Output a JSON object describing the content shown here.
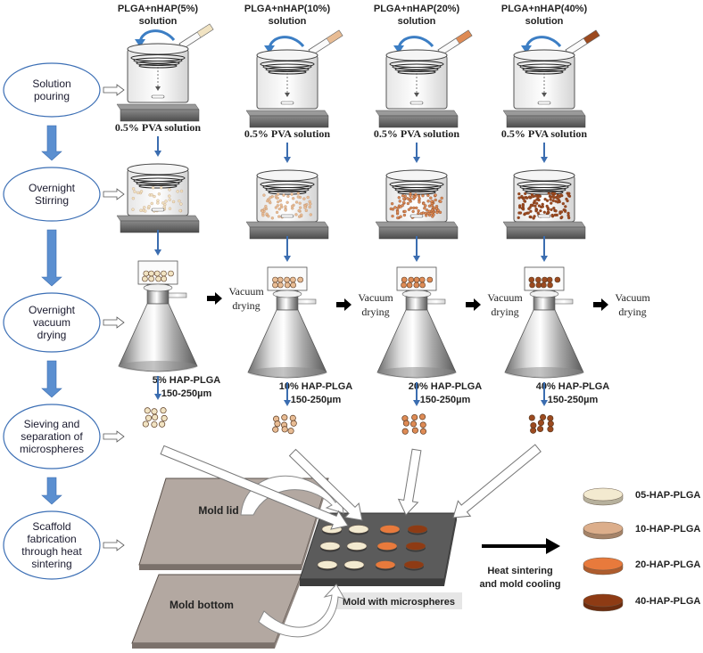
{
  "steps": [
    {
      "lines": [
        "Solution",
        "pouring"
      ]
    },
    {
      "lines": [
        "Overnight",
        "Stirring"
      ]
    },
    {
      "lines": [
        "Overnight",
        "vacuum",
        "drying"
      ]
    },
    {
      "lines": [
        "Sieving and",
        "separation of",
        "microspheres"
      ]
    },
    {
      "lines": [
        "Scaffold",
        "fabrication",
        "through heat",
        "sintering"
      ]
    }
  ],
  "columns": [
    {
      "solution_line1": "PLGA+nHAP(5%)",
      "solution_line2": "solution",
      "pva": "0.5% PVA solution",
      "drying": [
        "Vacuum",
        "drying"
      ],
      "product_line1": "5% HAP-PLGA",
      "product_line2": "150-250µm",
      "color": "#f1e3c2"
    },
    {
      "solution_line1": "PLGA+nHAP(10%)",
      "solution_line2": "solution",
      "pva": "0.5% PVA solution",
      "drying": [
        "Vacuum",
        "drying"
      ],
      "product_line1": "10% HAP-PLGA",
      "product_line2": "150-250µm",
      "color": "#e8bc94"
    },
    {
      "solution_line1": "PLGA+nHAP(20%)",
      "solution_line2": "solution",
      "pva": "0.5% PVA solution",
      "drying": [
        "Vacuum",
        "drying"
      ],
      "product_line1": "20% HAP-PLGA",
      "product_line2": "150-250µm",
      "color": "#de8b55"
    },
    {
      "solution_line1": "PLGA+nHAP(40%)",
      "solution_line2": "solution",
      "pva": "0.5% PVA solution",
      "drying": [
        "Vacuum",
        "drying"
      ],
      "product_line1": "40% HAP-PLGA",
      "product_line2": "150-250µm",
      "color": "#9c4a1f"
    }
  ],
  "mold": {
    "lid_label": "Mold lid",
    "bottom_label": "Mold bottom",
    "with_microspheres_label": "Mold with microspheres",
    "heat_label_line1": "Heat sintering",
    "heat_label_line2": "and mold cooling"
  },
  "legend": [
    {
      "label": "05-HAP-PLGA",
      "color": "#f3ead0"
    },
    {
      "label": "10-HAP-PLGA",
      "color": "#dcae8b"
    },
    {
      "label": "20-HAP-PLGA",
      "color": "#e87a3c"
    },
    {
      "label": "40-HAP-PLGA",
      "color": "#8e3b14"
    }
  ],
  "colors": {
    "step_outline": "#3c6fb5",
    "flow_arrow": "#5b8fd0",
    "platform": "#6f6f6f",
    "mold_plate": "#b3a8a1",
    "mold_tray": "#5b5b5b"
  }
}
